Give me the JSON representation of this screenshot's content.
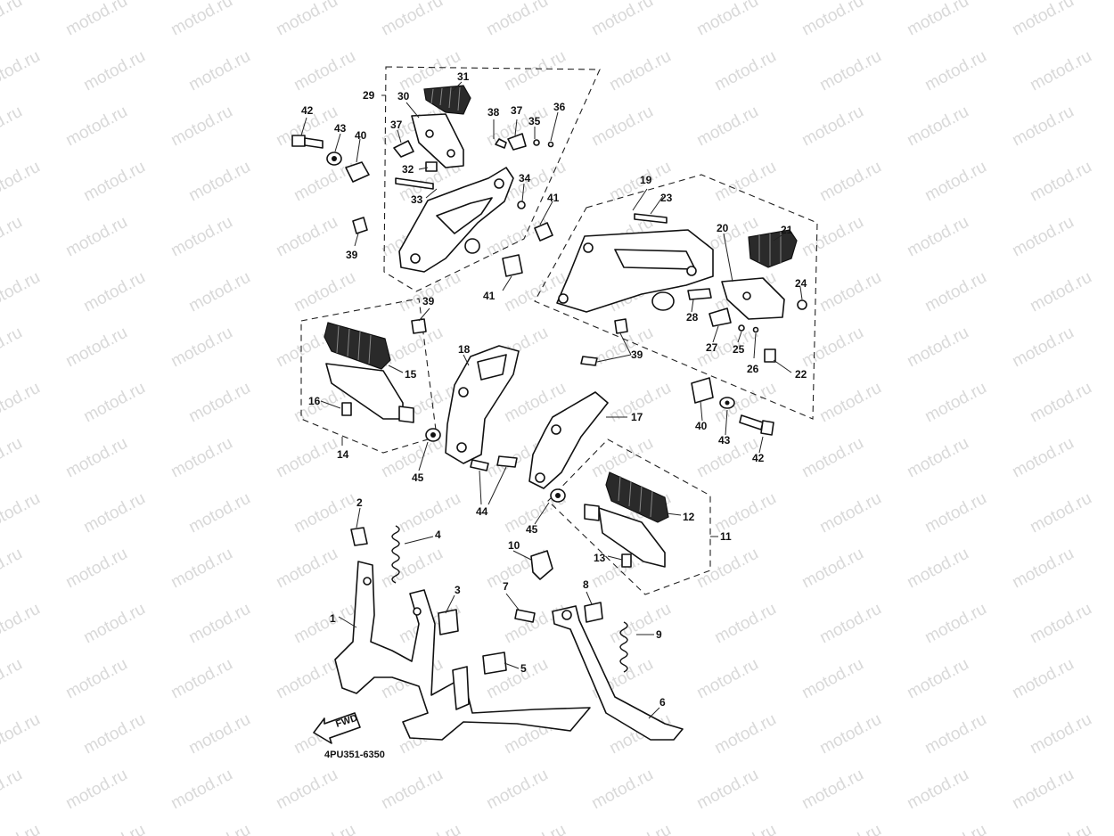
{
  "diagram": {
    "code": "4PU351-6350",
    "fwd_label": "FWD",
    "watermark": "motod.ru",
    "callouts": [
      {
        "id": "c1",
        "label": "1"
      },
      {
        "id": "c2",
        "label": "2"
      },
      {
        "id": "c3",
        "label": "3"
      },
      {
        "id": "c4",
        "label": "4"
      },
      {
        "id": "c5",
        "label": "5"
      },
      {
        "id": "c6",
        "label": "6"
      },
      {
        "id": "c7",
        "label": "7"
      },
      {
        "id": "c8",
        "label": "8"
      },
      {
        "id": "c9",
        "label": "9"
      },
      {
        "id": "c10",
        "label": "10"
      },
      {
        "id": "c11",
        "label": "11"
      },
      {
        "id": "c12",
        "label": "12"
      },
      {
        "id": "c13",
        "label": "13"
      },
      {
        "id": "c14",
        "label": "14"
      },
      {
        "id": "c15",
        "label": "15"
      },
      {
        "id": "c16",
        "label": "16"
      },
      {
        "id": "c17",
        "label": "17"
      },
      {
        "id": "c18",
        "label": "18"
      },
      {
        "id": "c19",
        "label": "19"
      },
      {
        "id": "c20",
        "label": "20"
      },
      {
        "id": "c21",
        "label": "21"
      },
      {
        "id": "c22",
        "label": "22"
      },
      {
        "id": "c23",
        "label": "23"
      },
      {
        "id": "c24",
        "label": "24"
      },
      {
        "id": "c25",
        "label": "25"
      },
      {
        "id": "c26",
        "label": "26"
      },
      {
        "id": "c27",
        "label": "27"
      },
      {
        "id": "c28",
        "label": "28"
      },
      {
        "id": "c29",
        "label": "29"
      },
      {
        "id": "c30",
        "label": "30"
      },
      {
        "id": "c31",
        "label": "31"
      },
      {
        "id": "c32",
        "label": "32"
      },
      {
        "id": "c33",
        "label": "33"
      },
      {
        "id": "c34",
        "label": "34"
      },
      {
        "id": "c35",
        "label": "35"
      },
      {
        "id": "c36",
        "label": "36"
      },
      {
        "id": "c37a",
        "label": "37"
      },
      {
        "id": "c37b",
        "label": "37"
      },
      {
        "id": "c38",
        "label": "38"
      },
      {
        "id": "c39a",
        "label": "39"
      },
      {
        "id": "c39b",
        "label": "39"
      },
      {
        "id": "c39c",
        "label": "39"
      },
      {
        "id": "c40a",
        "label": "40"
      },
      {
        "id": "c40b",
        "label": "40"
      },
      {
        "id": "c41a",
        "label": "41"
      },
      {
        "id": "c41b",
        "label": "41"
      },
      {
        "id": "c42a",
        "label": "42"
      },
      {
        "id": "c42b",
        "label": "42"
      },
      {
        "id": "c43a",
        "label": "43"
      },
      {
        "id": "c43b",
        "label": "43"
      },
      {
        "id": "c44",
        "label": "44"
      },
      {
        "id": "c45a",
        "label": "45"
      },
      {
        "id": "c45b",
        "label": "45"
      }
    ]
  }
}
